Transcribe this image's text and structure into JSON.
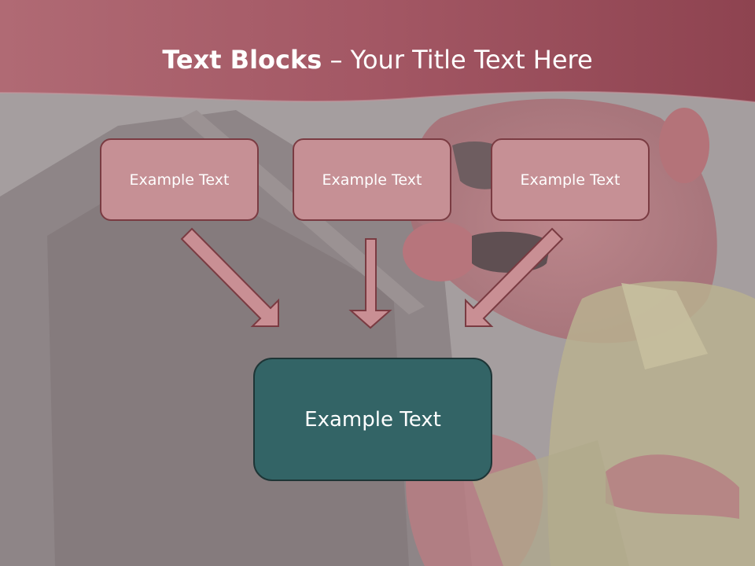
{
  "title": {
    "bold": "Text Blocks",
    "separator": " – ",
    "regular": "Your Title Text Here"
  },
  "blocks": {
    "top": [
      "Example Text",
      "Example Text",
      "Example Text"
    ],
    "bottom": "Example Text"
  },
  "colors": {
    "header": "#a65a66",
    "top_box_fill": "#c69095",
    "top_box_border": "#7a3b42",
    "bottom_box_fill": "#336466",
    "arrow_fill": "#c98f94",
    "arrow_stroke": "#7a3b42"
  }
}
